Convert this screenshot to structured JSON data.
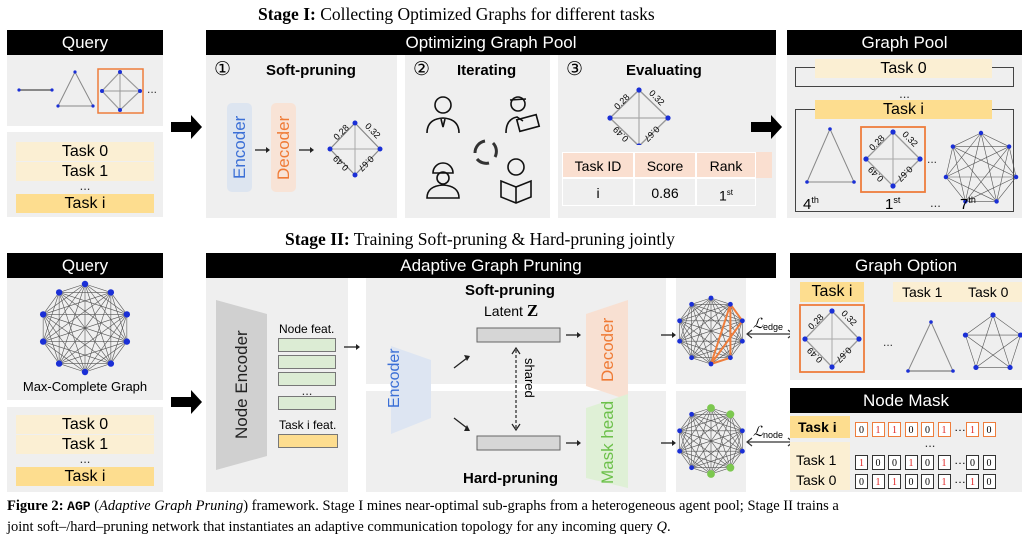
{
  "figure": {
    "stage1": {
      "title_bold": "Stage I:",
      "title_rest": " Collecting Optimized Graphs for different tasks",
      "query": {
        "header": "Query",
        "graph_ellipsis": "...",
        "tasks": [
          "Task 0",
          "Task 1",
          "Task i"
        ],
        "tasks_ellipsis": "..."
      },
      "optimizing": {
        "header": "Optimizing Graph Pool",
        "step1": {
          "number": "①",
          "title": "Soft-pruning",
          "encoder": "Encoder",
          "decoder": "Decoder"
        },
        "step2": {
          "number": "②",
          "title": "Iterating"
        },
        "step3": {
          "number": "③",
          "title": "Evaluating",
          "table": {
            "headers": [
              "Task ID",
              "Score",
              "Rank"
            ],
            "row": [
              "i",
              "0.86",
              "1",
              "st"
            ]
          }
        },
        "edge_weights": [
          "0.28",
          "0.32",
          "0.49",
          "0.67"
        ]
      },
      "graph_pool": {
        "header": "Graph Pool",
        "task0": "Task 0",
        "ellipsis": "...",
        "taski": "Task i",
        "ranks": [
          {
            "num": "4",
            "sup": "th"
          },
          {
            "num": "1",
            "sup": "st"
          },
          {
            "num": "7",
            "sup": "th"
          }
        ],
        "rank_ellipsis": "...",
        "graph_ellipsis": "..."
      }
    },
    "stage2": {
      "title_bold": "Stage II:",
      "title_rest": " Training Soft-pruning & Hard-pruning jointly",
      "query": {
        "header": "Query",
        "graph_label": "Max-Complete Graph",
        "tasks": [
          "Task 0",
          "Task 1",
          "Task i"
        ],
        "tasks_ellipsis": "..."
      },
      "agp": {
        "header": "Adaptive Graph Pruning",
        "node_encoder": "Node Encoder",
        "node_feat": "Node feat.",
        "feat_ellipsis": "...",
        "task_feat": "Task i feat.",
        "encoder": "Encoder",
        "soft_pruning": "Soft-pruning",
        "hard_pruning": "Hard-pruning",
        "latent": "Latent",
        "latent_symbol": "Z",
        "shared": "shared",
        "decoder": "Decoder",
        "mask_head": "Mask head"
      },
      "losses": {
        "edge": "edge",
        "node": "node",
        "symbol": "ℒ"
      },
      "graph_option": {
        "header": "Graph Option",
        "taski": "Task i",
        "task1": "Task 1",
        "task0": "Task 0",
        "ellipsis": "..."
      },
      "node_mask": {
        "header": "Node Mask",
        "rows": [
          {
            "label": "Task i",
            "values": [
              "0",
              "1",
              "1",
              "0",
              "0",
              "1",
              "…",
              "1",
              "0"
            ]
          },
          {
            "label": "Task 1",
            "values": [
              "1",
              "0",
              "0",
              "1",
              "0",
              "1",
              "…",
              "0",
              "0"
            ]
          },
          {
            "label": "Task 0",
            "values": [
              "0",
              "1",
              "1",
              "0",
              "0",
              "1",
              "…",
              "1",
              "0"
            ]
          }
        ],
        "ellipsis": "..."
      }
    },
    "caption": {
      "fig_label": "Figure 2",
      "sep": ": ",
      "name": "AGP",
      "paren_open": " (",
      "italic": "Adaptive Graph Pruning",
      "rest_line1": ") framework. Stage I mines near-optimal sub-graphs from a heterogeneous agent pool; Stage II trains a",
      "line2": "joint soft–/hard–pruning network that instantiates an adaptive communication topology for any incoming query ",
      "query_symbol": "Q",
      "period": "."
    },
    "colors": {
      "node_blue": "#1a2fd6",
      "orange": "#ee7d3c",
      "green": "#7cc84f",
      "task_light": "#fbefd3",
      "task_dark": "#fddd8f",
      "encoder_blue": "#3b6fd6",
      "decoder_orange": "#ef7b36",
      "mask_green": "#6cc04a"
    }
  }
}
